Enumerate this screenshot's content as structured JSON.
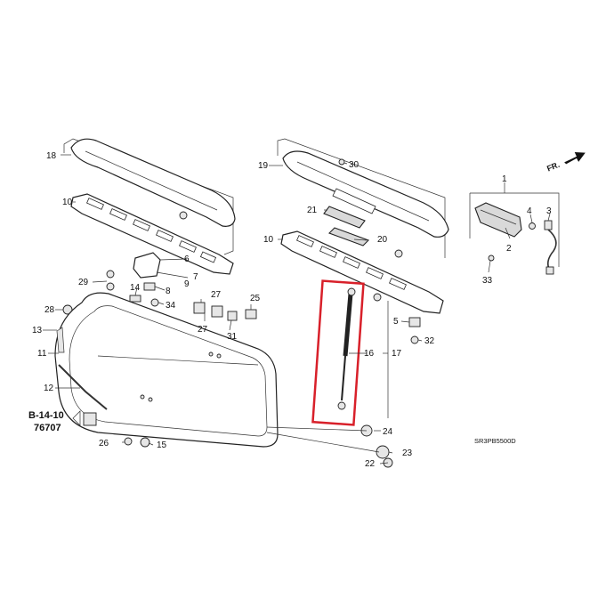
{
  "diagram": {
    "callouts": [
      "1",
      "2",
      "3",
      "4",
      "5",
      "6",
      "7",
      "8",
      "9",
      "10",
      "10",
      "11",
      "12",
      "13",
      "14",
      "15",
      "16",
      "17",
      "18",
      "19",
      "20",
      "21",
      "22",
      "23",
      "24",
      "25",
      "26",
      "27",
      "27",
      "28",
      "29",
      "30",
      "31",
      "32",
      "33",
      "34"
    ],
    "ref_code_line1": "B-14-10",
    "ref_code_line2": "76707",
    "direction_label": "FR.",
    "drawing_code": "SR3PB5500D",
    "highlight_color": "#d8202a"
  }
}
